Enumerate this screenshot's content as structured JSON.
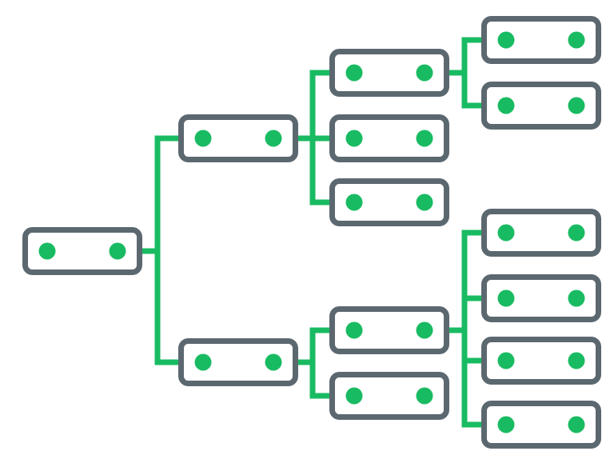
{
  "colors": {
    "background": "#ffffff",
    "node_border": "#5c6870",
    "node_fill": "#ffffff",
    "connector": "#19bb62",
    "dot": "#19bb62"
  },
  "tree": {
    "id": "root",
    "children": [
      {
        "id": "branch-upper",
        "children": [
          {
            "id": "branch-upper-1",
            "children": [
              {
                "id": "leaf-upper-1a"
              },
              {
                "id": "leaf-upper-1b"
              }
            ]
          },
          {
            "id": "branch-upper-2"
          },
          {
            "id": "branch-upper-3"
          }
        ]
      },
      {
        "id": "branch-lower",
        "children": [
          {
            "id": "branch-lower-1",
            "children": [
              {
                "id": "leaf-lower-1a"
              },
              {
                "id": "leaf-lower-1b"
              },
              {
                "id": "leaf-lower-1c"
              },
              {
                "id": "leaf-lower-1d"
              }
            ]
          },
          {
            "id": "branch-lower-2"
          }
        ]
      }
    ]
  }
}
